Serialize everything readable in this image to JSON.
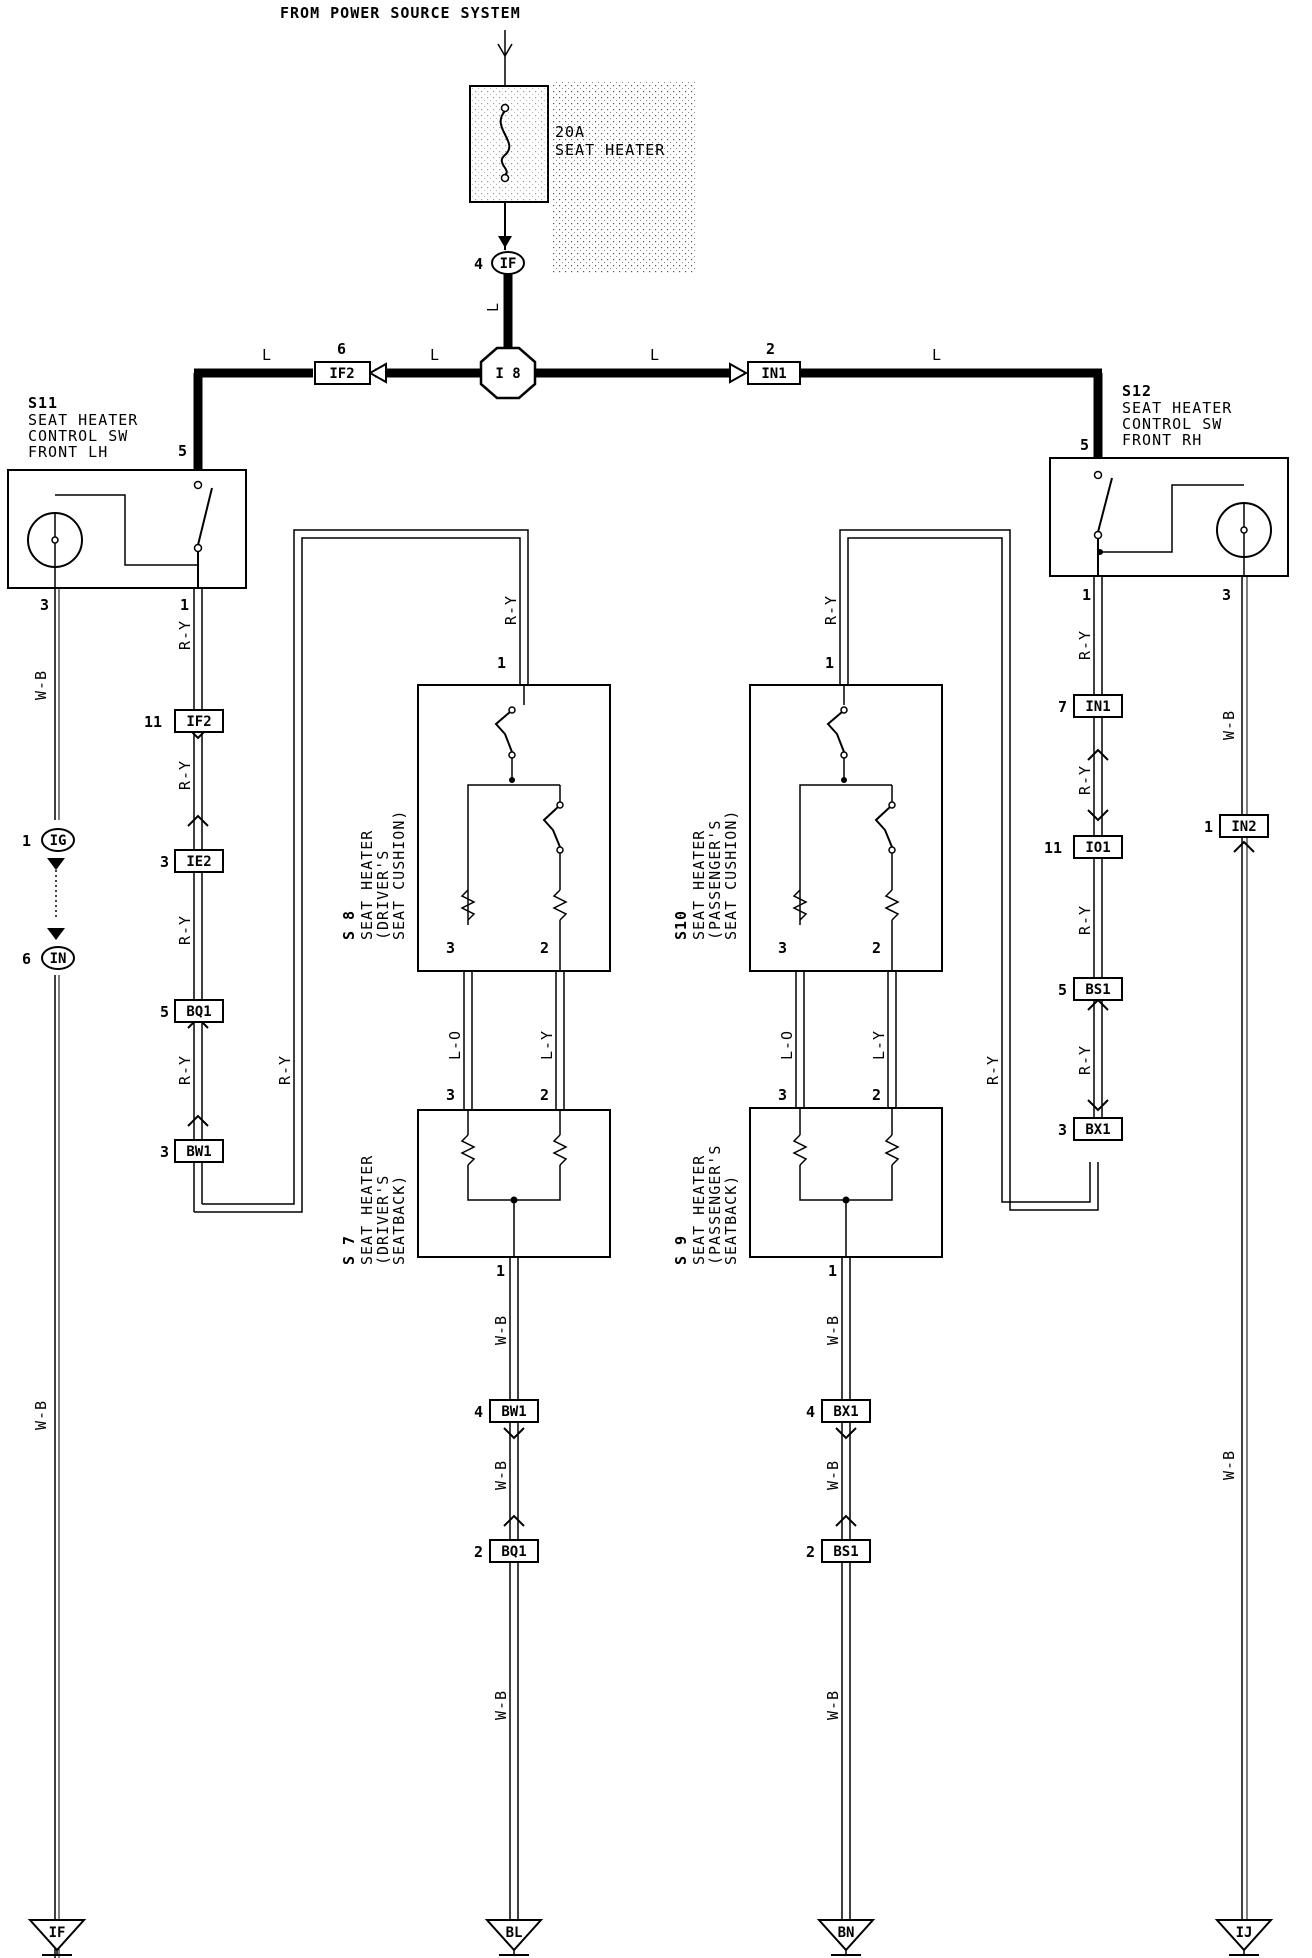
{
  "header": {
    "source_label": "FROM POWER SOURCE SYSTEM"
  },
  "fuse": {
    "rating": "20A",
    "name": "SEAT HEATER"
  },
  "junctions": {
    "i8": "I 8",
    "if_top": "IF",
    "ig": "IG",
    "in": "IN"
  },
  "components": {
    "s11": {
      "id": "S11",
      "l1": "SEAT HEATER",
      "l2": "CONTROL SW",
      "l3": "FRONT LH"
    },
    "s12": {
      "id": "S12",
      "l1": "SEAT HEATER",
      "l2": "CONTROL SW",
      "l3": "FRONT RH"
    },
    "s8": {
      "id": "S 8",
      "l1": "SEAT HEATER",
      "l2": "(DRIVER'S",
      "l3": "SEAT CUSHION)"
    },
    "s10": {
      "id": "S10",
      "l1": "SEAT HEATER",
      "l2": "(PASSENGER'S",
      "l3": "SEAT CUSHION)"
    },
    "s7": {
      "id": "S 7",
      "l1": "SEAT HEATER",
      "l2": "(DRIVER'S",
      "l3": "SEATBACK)"
    },
    "s9": {
      "id": "S 9",
      "l1": "SEAT HEATER",
      "l2": "(PASSENGER'S",
      "l3": "SEATBACK)"
    }
  },
  "connectors": {
    "if2_top": "IF2",
    "in1_top": "IN1",
    "if2": "IF2",
    "ie2": "IE2",
    "bq1": "BQ1",
    "bw1": "BW1",
    "in1": "IN1",
    "io1": "IO1",
    "bs1": "BS1",
    "bx1": "BX1",
    "in2": "IN2",
    "bw1_b": "BW1",
    "bq1_b": "BQ1",
    "bx1_b": "BX1",
    "bs1_b": "BS1"
  },
  "grounds": {
    "g1": "IF",
    "g2": "BL",
    "g3": "BN",
    "g4": "IJ"
  },
  "wire_colors": {
    "l": "L",
    "ry": "R-Y",
    "wb": "W-B",
    "lo": "L-O",
    "ly": "L-Y"
  },
  "pins": {
    "p1": "1",
    "p2": "2",
    "p3": "3",
    "p4": "4",
    "p5": "5",
    "p6": "6",
    "p7": "7",
    "p11": "11"
  }
}
